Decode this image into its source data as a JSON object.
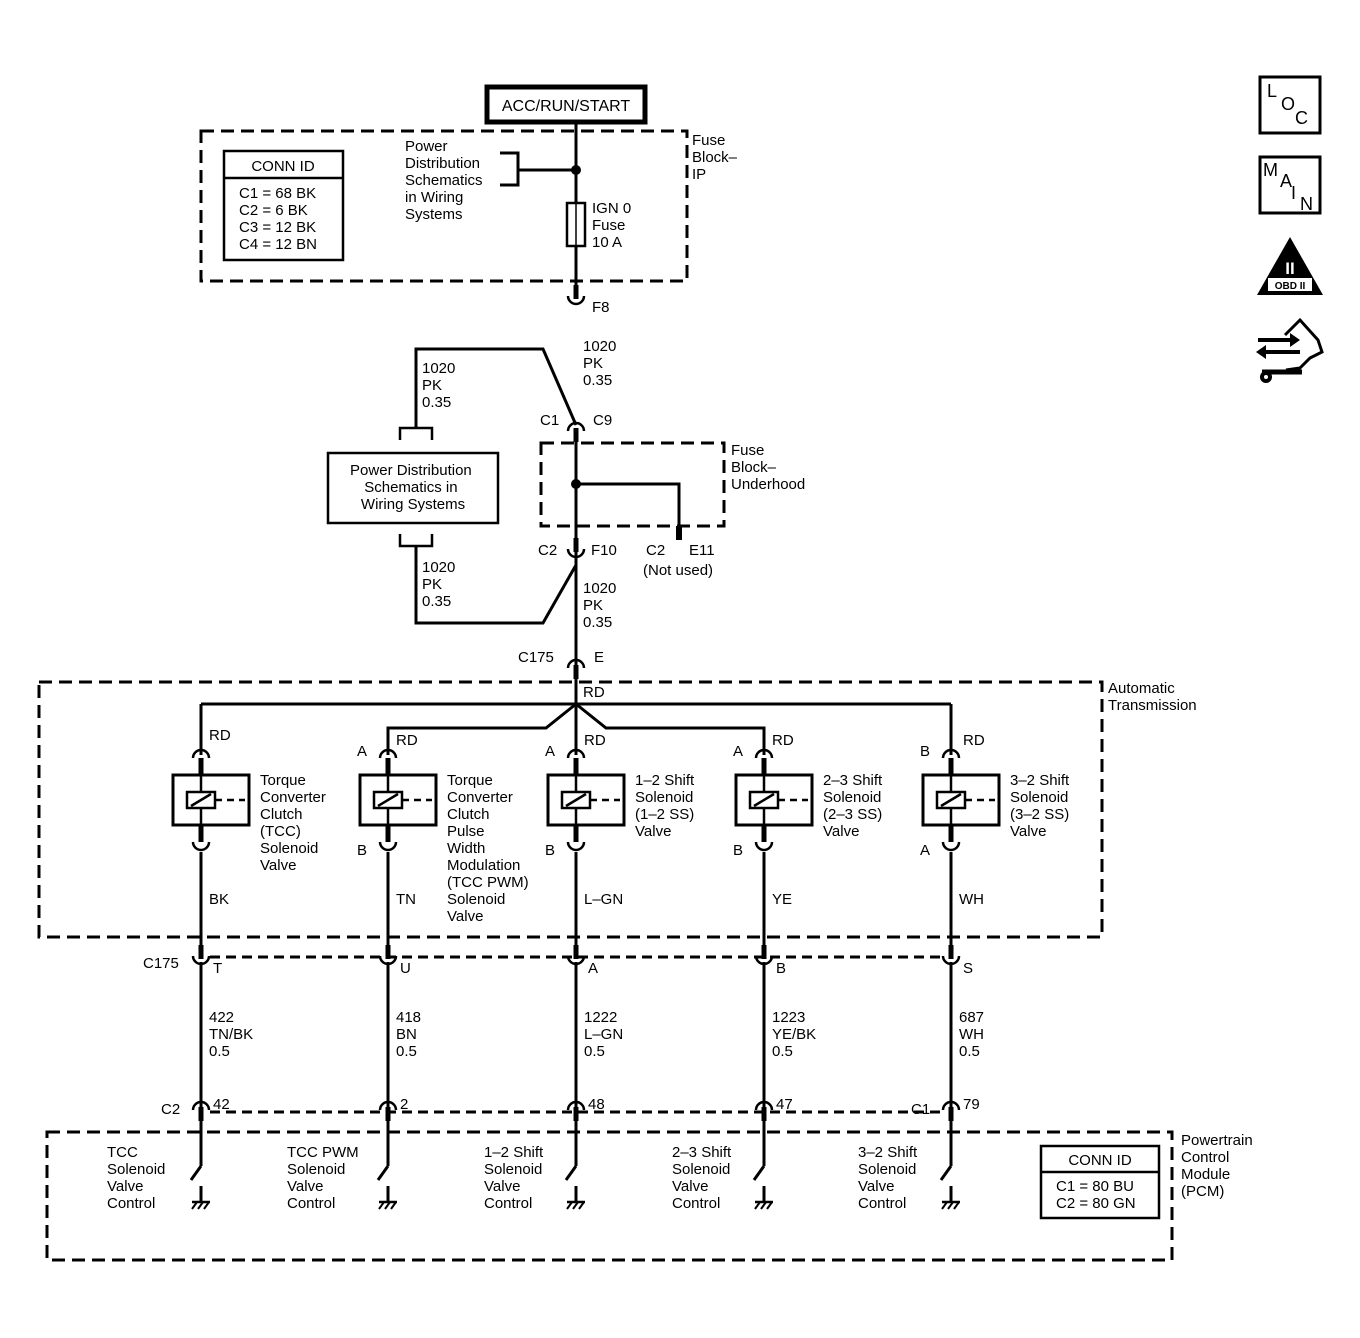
{
  "power_source": "ACC/RUN/START",
  "fuse_block_ip": {
    "label": [
      "Fuse",
      "Block–",
      "IP"
    ],
    "conn_id_title": "CONN ID",
    "conn_ids": [
      "C1 = 68 BK",
      "C2 = 6 BK",
      "C3 = 12 BK",
      "C4 = 12 BN"
    ],
    "power_ref": [
      "Power",
      "Distribution",
      "Schematics",
      "in Wiring",
      "Systems"
    ],
    "fuse": [
      "IGN 0",
      "Fuse",
      "10 A"
    ],
    "terminal": "F8"
  },
  "wire_upper": [
    "1020",
    "PK",
    "0.35"
  ],
  "splice_c1": "C1",
  "splice_c9": "C9",
  "branch_wire_top": [
    "1020",
    "PK",
    "0.35"
  ],
  "branch_wire_bottom": [
    "1020",
    "PK",
    "0.35"
  ],
  "power_dist_box": [
    "Power Distribution",
    "Schematics in",
    "Wiring Systems"
  ],
  "fuse_block_underhood": {
    "label": [
      "Fuse",
      "Block–",
      "Underhood"
    ],
    "c2_left": "C2",
    "f10": "F10",
    "c2_right": "C2",
    "e11": "E11",
    "not_used": "(Not used)"
  },
  "wire_mid": [
    "1020",
    "PK",
    "0.35"
  ],
  "c175_top": {
    "connector": "C175",
    "pin": "E"
  },
  "trunk_color": "RD",
  "automatic_transmission_label": [
    "Automatic",
    "Transmission"
  ],
  "solenoids": [
    {
      "top_pin": "",
      "top_color": "RD",
      "name": [
        "Torque",
        "Converter",
        "Clutch",
        "(TCC)",
        "Solenoid",
        "Valve"
      ],
      "bottom_pin": "",
      "wire_color": "BK",
      "c175_pin": "T",
      "circuit": [
        "422",
        "TN/BK",
        "0.5"
      ],
      "pcm_conn": "C2",
      "pcm_pin": "42",
      "pcm_label": [
        "TCC",
        "Solenoid",
        "Valve",
        "Control"
      ]
    },
    {
      "top_pin": "A",
      "top_color": "RD",
      "name": [
        "Torque",
        "Converter",
        "Clutch",
        "Pulse",
        "Width",
        "Modulation",
        "(TCC PWM)",
        "Solenoid",
        "Valve"
      ],
      "bottom_pin": "B",
      "wire_color": "TN",
      "c175_pin": "U",
      "circuit": [
        "418",
        "BN",
        "0.5"
      ],
      "pcm_conn": "",
      "pcm_pin": "2",
      "pcm_label": [
        "TCC PWM",
        "Solenoid",
        "Valve",
        "Control"
      ]
    },
    {
      "top_pin": "A",
      "top_color": "RD",
      "name": [
        "1–2 Shift",
        "Solenoid",
        "(1–2 SS)",
        "Valve"
      ],
      "bottom_pin": "B",
      "wire_color": "L–GN",
      "c175_pin": "A",
      "circuit": [
        "1222",
        "L–GN",
        "0.5"
      ],
      "pcm_conn": "",
      "pcm_pin": "48",
      "pcm_label": [
        "1–2 Shift",
        "Solenoid",
        "Valve",
        "Control"
      ]
    },
    {
      "top_pin": "A",
      "top_color": "RD",
      "name": [
        "2–3 Shift",
        "Solenoid",
        "(2–3 SS)",
        "Valve"
      ],
      "bottom_pin": "B",
      "wire_color": "YE",
      "c175_pin": "B",
      "circuit": [
        "1223",
        "YE/BK",
        "0.5"
      ],
      "pcm_conn": "",
      "pcm_pin": "47",
      "pcm_label": [
        "2–3 Shift",
        "Solenoid",
        "Valve",
        "Control"
      ]
    },
    {
      "top_pin": "B",
      "top_color": "RD",
      "name": [
        "3–2 Shift",
        "Solenoid",
        "(3–2 SS)",
        "Valve"
      ],
      "bottom_pin": "A",
      "wire_color": "WH",
      "c175_pin": "S",
      "circuit": [
        "687",
        "WH",
        "0.5"
      ],
      "pcm_conn": "C1",
      "pcm_pin": "79",
      "pcm_label": [
        "3–2 Shift",
        "Solenoid",
        "Valve",
        "Control"
      ]
    }
  ],
  "c175_bottom": "C175",
  "pcm": {
    "label": [
      "Powertrain",
      "Control",
      "Module",
      "(PCM)"
    ],
    "conn_id_title": "CONN ID",
    "conn_ids": [
      "C1 = 80 BU",
      "C2 = 80 GN"
    ]
  },
  "nav_icons": [
    "loc-icon",
    "main-icon",
    "obd2-icon",
    "connector-end-view-icon"
  ],
  "loc_icon_letters": [
    "L",
    "O",
    "C"
  ],
  "main_icon_letters": [
    "M",
    "A",
    "I",
    "N"
  ],
  "obd_icon_text": [
    "II",
    "OBD II"
  ]
}
